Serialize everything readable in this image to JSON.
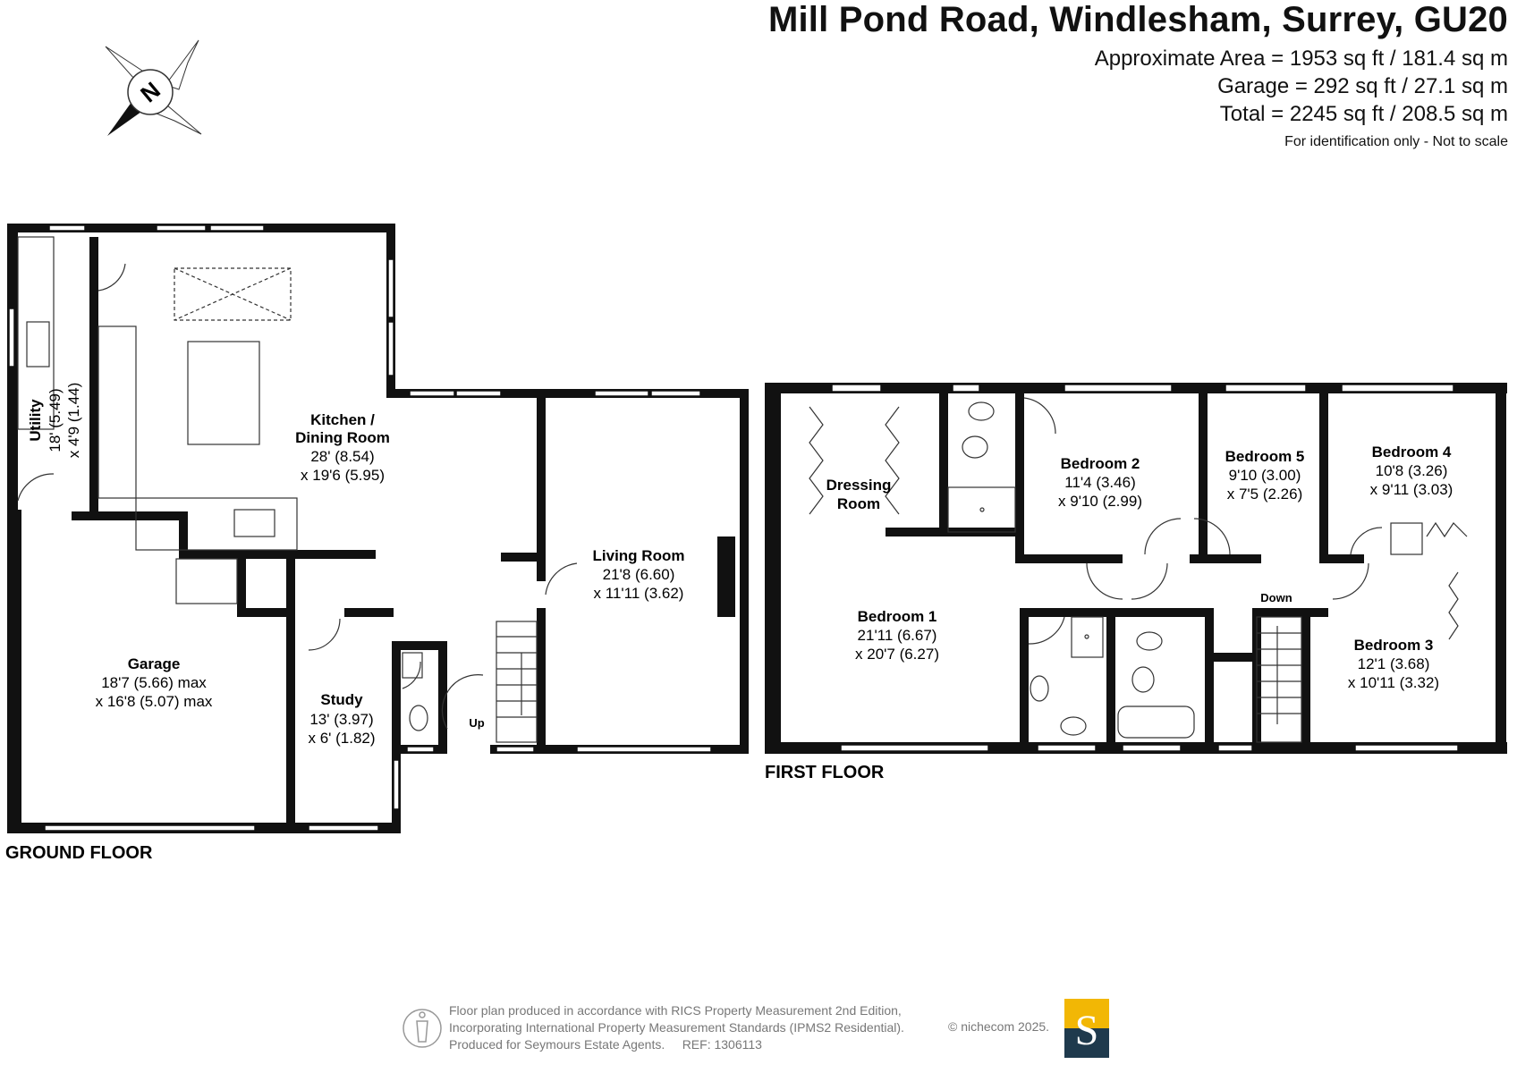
{
  "header": {
    "title": "Mill Pond Road, Windlesham, Surrey, GU20",
    "areas": [
      "Approximate Area = 1953 sq ft / 181.4 sq m",
      "Garage = 292 sq ft / 27.1 sq m",
      "Total = 2245 sq ft / 208.5 sq m"
    ],
    "disclaimer": "For identification only - Not to scale"
  },
  "compass": {
    "label": "N"
  },
  "ground_floor": {
    "label": "GROUND FLOOR",
    "rooms": {
      "kitchen": {
        "name1": "Kitchen /",
        "name2": "Dining Room",
        "dim1": "28' (8.54)",
        "dim2": "x 19'6 (5.95)"
      },
      "utility": {
        "name": "Utility",
        "dim1": "18' (5.49)",
        "dim2": "x 4'9 (1.44)"
      },
      "garage": {
        "name": "Garage",
        "dim1": "18'7 (5.66) max",
        "dim2": "x 16'8 (5.07) max"
      },
      "study": {
        "name": "Study",
        "dim1": "13' (3.97)",
        "dim2": "x 6' (1.82)"
      },
      "living": {
        "name": "Living Room",
        "dim1": "21'8 (6.60)",
        "dim2": "x 11'11 (3.62)"
      }
    },
    "stairs": "Up"
  },
  "first_floor": {
    "label": "FIRST FLOOR",
    "rooms": {
      "dressing": {
        "name1": "Dressing",
        "name2": "Room"
      },
      "bed1": {
        "name": "Bedroom 1",
        "dim1": "21'11 (6.67)",
        "dim2": "x 20'7 (6.27)"
      },
      "bed2": {
        "name": "Bedroom 2",
        "dim1": "11'4 (3.46)",
        "dim2": "x 9'10 (2.99)"
      },
      "bed5": {
        "name": "Bedroom 5",
        "dim1": "9'10 (3.00)",
        "dim2": "x 7'5 (2.26)"
      },
      "bed4": {
        "name": "Bedroom 4",
        "dim1": "10'8 (3.26)",
        "dim2": "x 9'11 (3.03)"
      },
      "bed3": {
        "name": "Bedroom 3",
        "dim1": "12'1 (3.68)",
        "dim2": "x 10'11 (3.32)"
      }
    },
    "stairs": "Down"
  },
  "footer": {
    "lines": [
      "Floor plan produced in accordance with RICS Property Measurement 2nd Edition,",
      "Incorporating International Property Measurement Standards (IPMS2 Residential).",
      "Produced for Seymours Estate Agents.     REF: 1306113"
    ],
    "copyright": "© nichecom 2025.",
    "logo_letter": "S"
  },
  "colors": {
    "wall": "#111111",
    "logo_top": "#f2b705",
    "logo_bottom": "#1f3a4d",
    "footer_text": "#777777"
  }
}
